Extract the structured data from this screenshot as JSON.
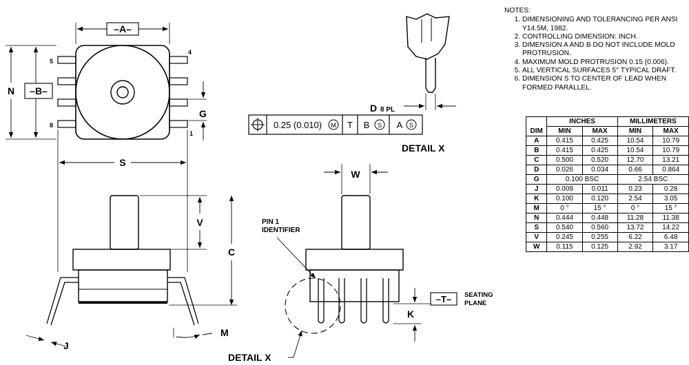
{
  "notes": {
    "title": "NOTES:",
    "items": [
      "DIMENSIONING AND TOLERANCING PER ANSI Y14.5M, 1982.",
      "CONTROLLING DIMENSION: INCH.",
      "DIMENSION A AND B DO NOT INCLUDE MOLD PROTRUSION.",
      "MAXIMUM MOLD PROTRUSION 0.15 (0.006).",
      "ALL VERTICAL SURFACES 5° TYPICAL DRAFT.",
      "DIMENSION S TO CENTER OF LEAD WHEN FORMED PARALLEL."
    ]
  },
  "table": {
    "col_dim": "DIM",
    "group_inches": "INCHES",
    "group_mm": "MILLIMETERS",
    "min": "MIN",
    "max": "MAX",
    "rows": [
      {
        "dim": "A",
        "in_min": "0.415",
        "in_max": "0.425",
        "mm_min": "10.54",
        "mm_max": "10.79"
      },
      {
        "dim": "B",
        "in_min": "0.415",
        "in_max": "0.425",
        "mm_min": "10.54",
        "mm_max": "10.79"
      },
      {
        "dim": "C",
        "in_min": "0.500",
        "in_max": "0.520",
        "mm_min": "12.70",
        "mm_max": "13.21"
      },
      {
        "dim": "D",
        "in_min": "0.026",
        "in_max": "0.034",
        "mm_min": "0.66",
        "mm_max": "0.864"
      },
      {
        "dim": "G",
        "in_bsc": "0.100 BSC",
        "mm_bsc": "2.54 BSC"
      },
      {
        "dim": "J",
        "in_min": "0.009",
        "in_max": "0.011",
        "mm_min": "0.23",
        "mm_max": "0.28"
      },
      {
        "dim": "K",
        "in_min": "0.100",
        "in_max": "0.120",
        "mm_min": "2.54",
        "mm_max": "3.05"
      },
      {
        "dim": "M",
        "in_min": "0 °",
        "in_max": "15 °",
        "mm_min": "0 °",
        "mm_max": "15 °"
      },
      {
        "dim": "N",
        "in_min": "0.444",
        "in_max": "0.448",
        "mm_min": "11.28",
        "mm_max": "11.38"
      },
      {
        "dim": "S",
        "in_min": "0.540",
        "in_max": "0.560",
        "mm_min": "13.72",
        "mm_max": "14.22"
      },
      {
        "dim": "V",
        "in_min": "0.245",
        "in_max": "0.255",
        "mm_min": "6.22",
        "mm_max": "6.48"
      },
      {
        "dim": "W",
        "in_min": "0.115",
        "in_max": "0.125",
        "mm_min": "2.92",
        "mm_max": "3.17"
      }
    ]
  },
  "drawing": {
    "label_a": "–A–",
    "label_b": "–B–",
    "label_n": "N",
    "label_g": "G",
    "label_s": "S",
    "label_v": "V",
    "label_c": "C",
    "label_j": "J",
    "label_m": "M",
    "label_w": "W",
    "label_k": "K",
    "label_t": "–T–",
    "label_d": "D",
    "label_d_suffix": "8 PL",
    "pin_5": "5",
    "pin_4": "4",
    "pin_8": "8",
    "pin_1": "1",
    "detail_x": "DETAIL X",
    "detail_x_callout": "DETAIL X",
    "pin1_identifier_line1": "PIN 1",
    "pin1_identifier_line2": "IDENTIFIER",
    "seating_plane_line1": "SEATING",
    "seating_plane_line2": "PLANE",
    "fcf_tolerance": "0.25 (0.010)",
    "fcf_mod1": "M",
    "fcf_datum_t": "T",
    "fcf_datum_b": "B",
    "fcf_mod2": "S",
    "fcf_datum_a": "A",
    "fcf_mod3": "S"
  }
}
